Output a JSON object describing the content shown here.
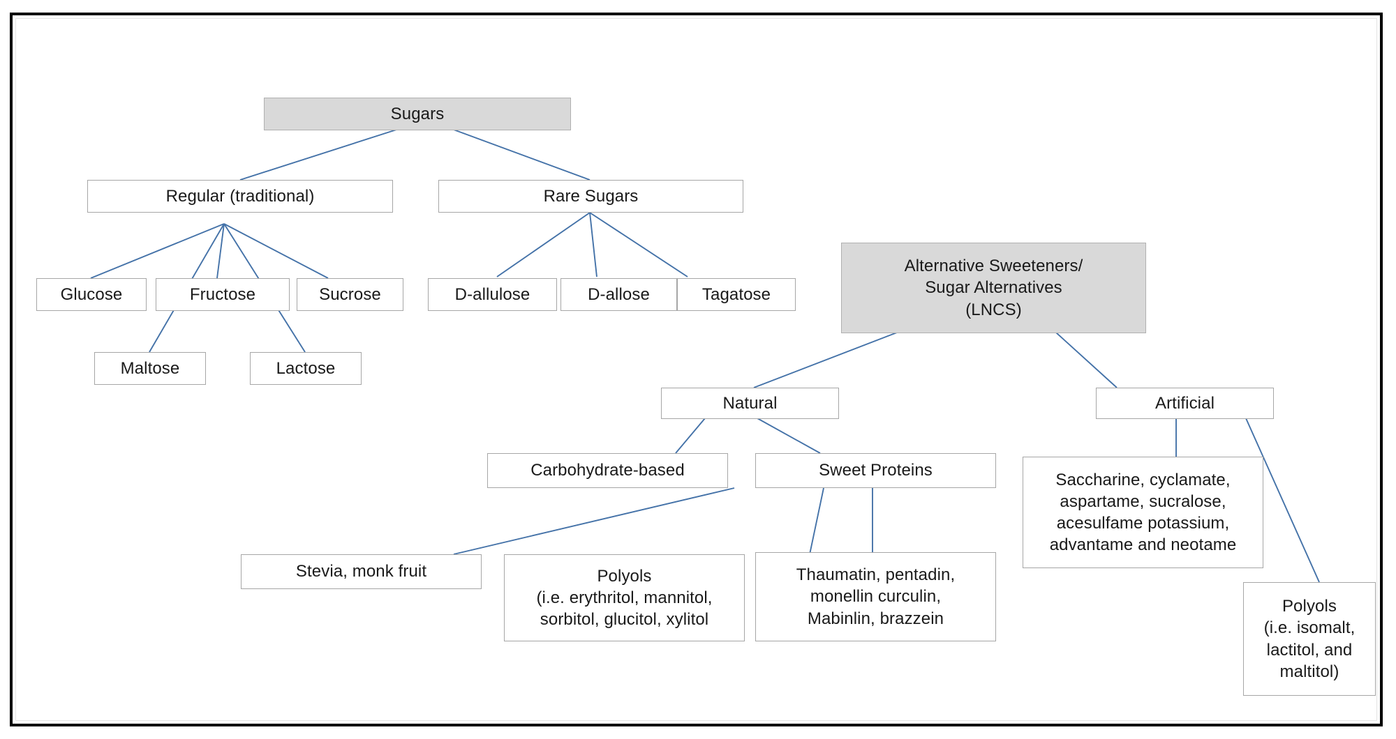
{
  "diagram": {
    "title": "Sugars and sugar alternatives classification",
    "type": "hierarchy-tree",
    "colors": {
      "frame": "#000000",
      "node_border": "#a6a6a6",
      "node_fill": "#ffffff",
      "shaded_fill": "#d9d9d9",
      "connector": "#4472a8",
      "text": "#1a1a1a"
    }
  },
  "nodes": {
    "sugars": "Sugars",
    "regular": "Regular (traditional)",
    "rare_sugars": "Rare Sugars",
    "glucose": "Glucose",
    "fructose": "Fructose",
    "sucrose": "Sucrose",
    "maltose": "Maltose",
    "lactose": "Lactose",
    "d_allulose": "D-allulose",
    "d_allose": "D-allose",
    "tagatose": "Tagatose",
    "alternative_sweeteners": "Alternative Sweeteners/\nSugar Alternatives\n(LNCS)",
    "natural": "Natural",
    "artificial": "Artificial",
    "carbohydrate_based": "Carbohydrate-based",
    "sweet_proteins": "Sweet Proteins",
    "artificial_list": "Saccharine, cyclamate,\naspartame, sucralose,\nacesulfame potassium,\nadvantame and neotame",
    "stevia_monk_fruit": "Stevia, monk fruit",
    "polyols_natural": "Polyols\n(i.e. erythritol, mannitol,\nsorbitol, glucitol, xylitol",
    "sweet_protein_list": "Thaumatin, pentadin,\nmonellin curculin,\nMabinlin, brazzein",
    "polyols_artificial": "Polyols\n(i.e.  isomalt,\nlactitol, and\nmaltitol)"
  },
  "chart_data": {
    "type": "table",
    "title": "Sugars and sugar alternatives classification",
    "hierarchy": [
      {
        "label": "Sugars",
        "shaded": true,
        "children": [
          {
            "label": "Regular (traditional)",
            "children": [
              {
                "label": "Glucose"
              },
              {
                "label": "Fructose"
              },
              {
                "label": "Sucrose"
              },
              {
                "label": "Maltose"
              },
              {
                "label": "Lactose"
              }
            ]
          },
          {
            "label": "Rare Sugars",
            "children": [
              {
                "label": "D-allulose"
              },
              {
                "label": "D-allose"
              },
              {
                "label": "Tagatose"
              }
            ]
          }
        ]
      },
      {
        "label": "Alternative Sweeteners/ Sugar Alternatives (LNCS)",
        "shaded": true,
        "children": [
          {
            "label": "Natural",
            "children": [
              {
                "label": "Carbohydrate-based",
                "children": [
                  {
                    "label": "Stevia, monk fruit"
                  },
                  {
                    "label": "Polyols (i.e. erythritol, mannitol, sorbitol, glucitol, xylitol"
                  }
                ]
              },
              {
                "label": "Sweet Proteins",
                "children": [
                  {
                    "label": "Thaumatin, pentadin, monellin curculin, Mabinlin, brazzein"
                  }
                ]
              }
            ]
          },
          {
            "label": "Artificial",
            "children": [
              {
                "label": "Saccharine, cyclamate, aspartame, sucralose, acesulfame potassium, advantame and neotame"
              },
              {
                "label": "Polyols (i.e.  isomalt, lactitol, and maltitol)"
              }
            ]
          }
        ]
      }
    ]
  }
}
